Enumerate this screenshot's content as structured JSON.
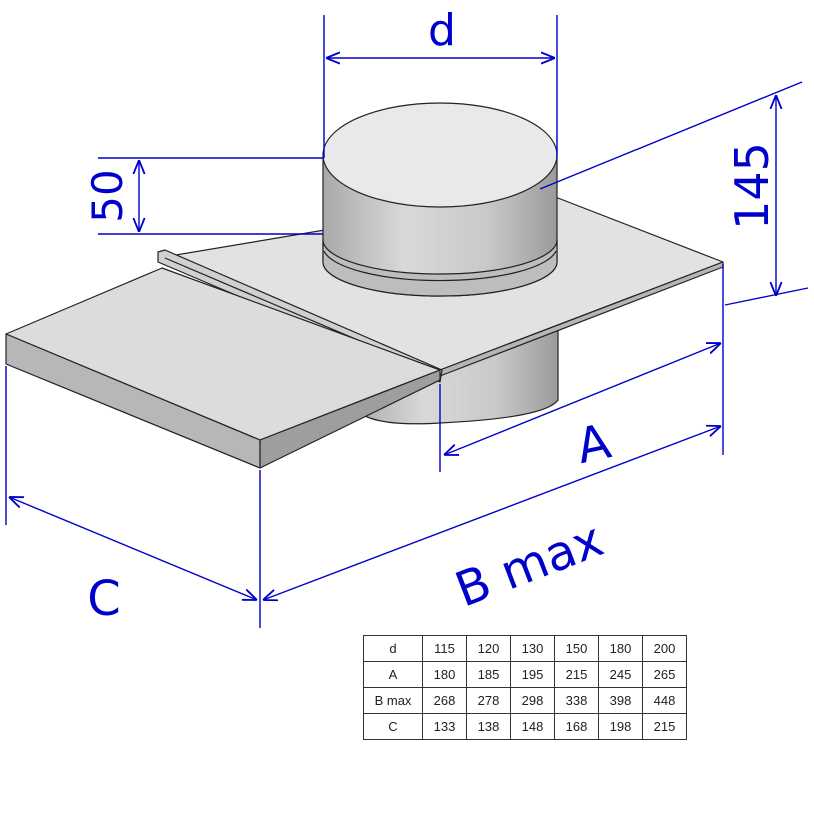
{
  "diagram": {
    "labels": {
      "d": "d",
      "height": "145",
      "collar": "50",
      "a": "A",
      "b": "B max",
      "c": "C"
    },
    "colors": {
      "dimension": "#0000cc",
      "metal_light": "#e3e3e3",
      "metal_mid": "#c8c8c8",
      "metal_dark": "#a8a8a8",
      "outline": "#222222"
    }
  },
  "table": {
    "rows": [
      {
        "label": "d",
        "values": [
          "115",
          "120",
          "130",
          "150",
          "180",
          "200"
        ]
      },
      {
        "label": "A",
        "values": [
          "180",
          "185",
          "195",
          "215",
          "245",
          "265"
        ]
      },
      {
        "label": "B max",
        "values": [
          "268",
          "278",
          "298",
          "338",
          "398",
          "448"
        ]
      },
      {
        "label": "C",
        "values": [
          "133",
          "138",
          "148",
          "168",
          "198",
          "215"
        ]
      }
    ]
  }
}
